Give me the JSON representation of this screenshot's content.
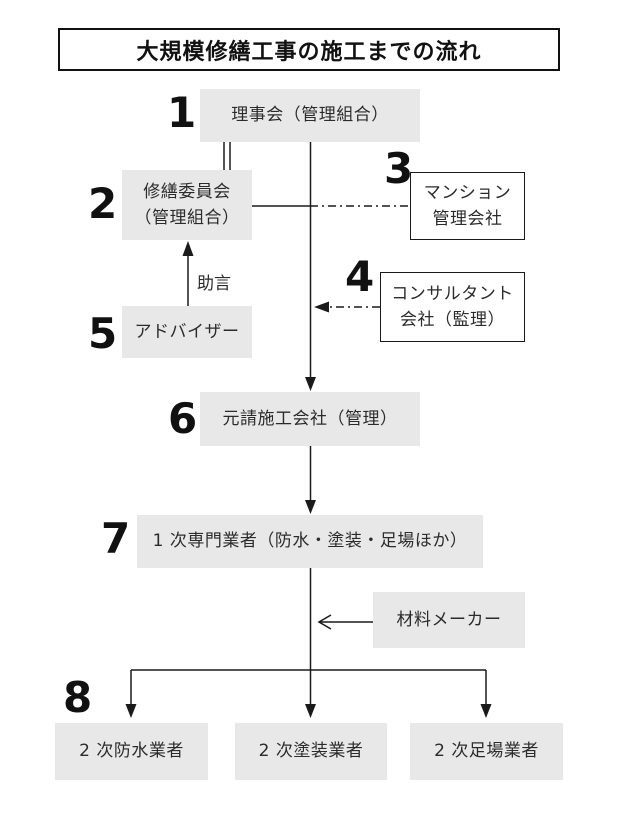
{
  "title": "大規模修繕工事の施工までの流れ",
  "steps": {
    "s1": "1",
    "s2": "2",
    "s3": "3",
    "s4": "4",
    "s5": "5",
    "s6": "6",
    "s7": "7",
    "s8": "8"
  },
  "nodes": {
    "board": "理事会（管理組合）",
    "committee": "修繕委員会\n（管理組合）",
    "management_company": "マンション\n管理会社",
    "consultant": "コンサルタント\n会社（監理）",
    "adviser": "アドバイザー",
    "prime_contractor": "元請施工会社（管理）",
    "primary_specialists": "1 次専門業者（防水・塗装・足場ほか）",
    "material_maker": "材料メーカー",
    "secondary_waterproof": "2 次防水業者",
    "secondary_painting": "2 次塗装業者",
    "secondary_scaffold": "2 次足場業者"
  },
  "edge_labels": {
    "advice": "助言"
  },
  "colors": {
    "background": "#ffffff",
    "box_fill": "#e8e8e8",
    "line": "#1a1a1a",
    "text": "#2b2b2b"
  }
}
